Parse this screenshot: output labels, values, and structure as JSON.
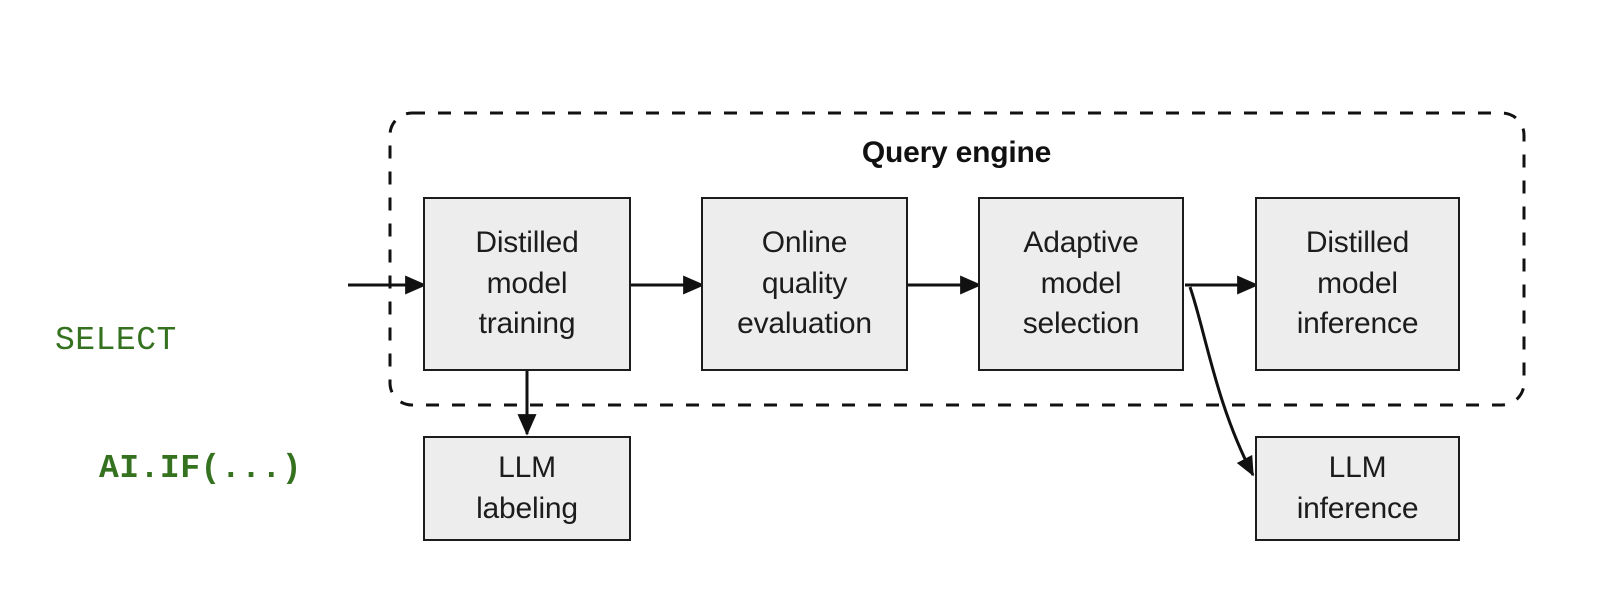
{
  "diagram": {
    "title": "Query engine",
    "query": {
      "line1": "SELECT",
      "line2": "AI.IF(...)",
      "color": "#35721f"
    },
    "colors": {
      "node_fill": "#ededed",
      "node_border": "#1c1c1c",
      "text": "#1c1c1c",
      "sql_green": "#35721f",
      "background": "#ffffff"
    },
    "group": {
      "label": "Query engine",
      "style": "dashed-rounded-rectangle"
    },
    "nodes": [
      {
        "id": "distilled-model-training",
        "label": "Distilled\nmodel\ntraining",
        "inside_group": true
      },
      {
        "id": "online-quality-evaluation",
        "label": "Online\nquality\nevaluation",
        "inside_group": true
      },
      {
        "id": "adaptive-model-selection",
        "label": "Adaptive\nmodel\nselection",
        "inside_group": true
      },
      {
        "id": "distilled-model-inference",
        "label": "Distilled\nmodel\ninference",
        "inside_group": true
      },
      {
        "id": "llm-labeling",
        "label": "LLM\nlabeling",
        "inside_group": false
      },
      {
        "id": "llm-inference",
        "label": "LLM\ninference",
        "inside_group": false
      }
    ],
    "edges": [
      {
        "from": "query",
        "to": "distilled-model-training",
        "style": "straight"
      },
      {
        "from": "distilled-model-training",
        "to": "online-quality-evaluation",
        "style": "straight"
      },
      {
        "from": "online-quality-evaluation",
        "to": "adaptive-model-selection",
        "style": "straight"
      },
      {
        "from": "adaptive-model-selection",
        "to": "distilled-model-inference",
        "style": "straight"
      },
      {
        "from": "distilled-model-training",
        "to": "llm-labeling",
        "style": "straight-down"
      },
      {
        "from": "adaptive-model-selection",
        "to": "llm-inference",
        "style": "curved"
      }
    ]
  }
}
